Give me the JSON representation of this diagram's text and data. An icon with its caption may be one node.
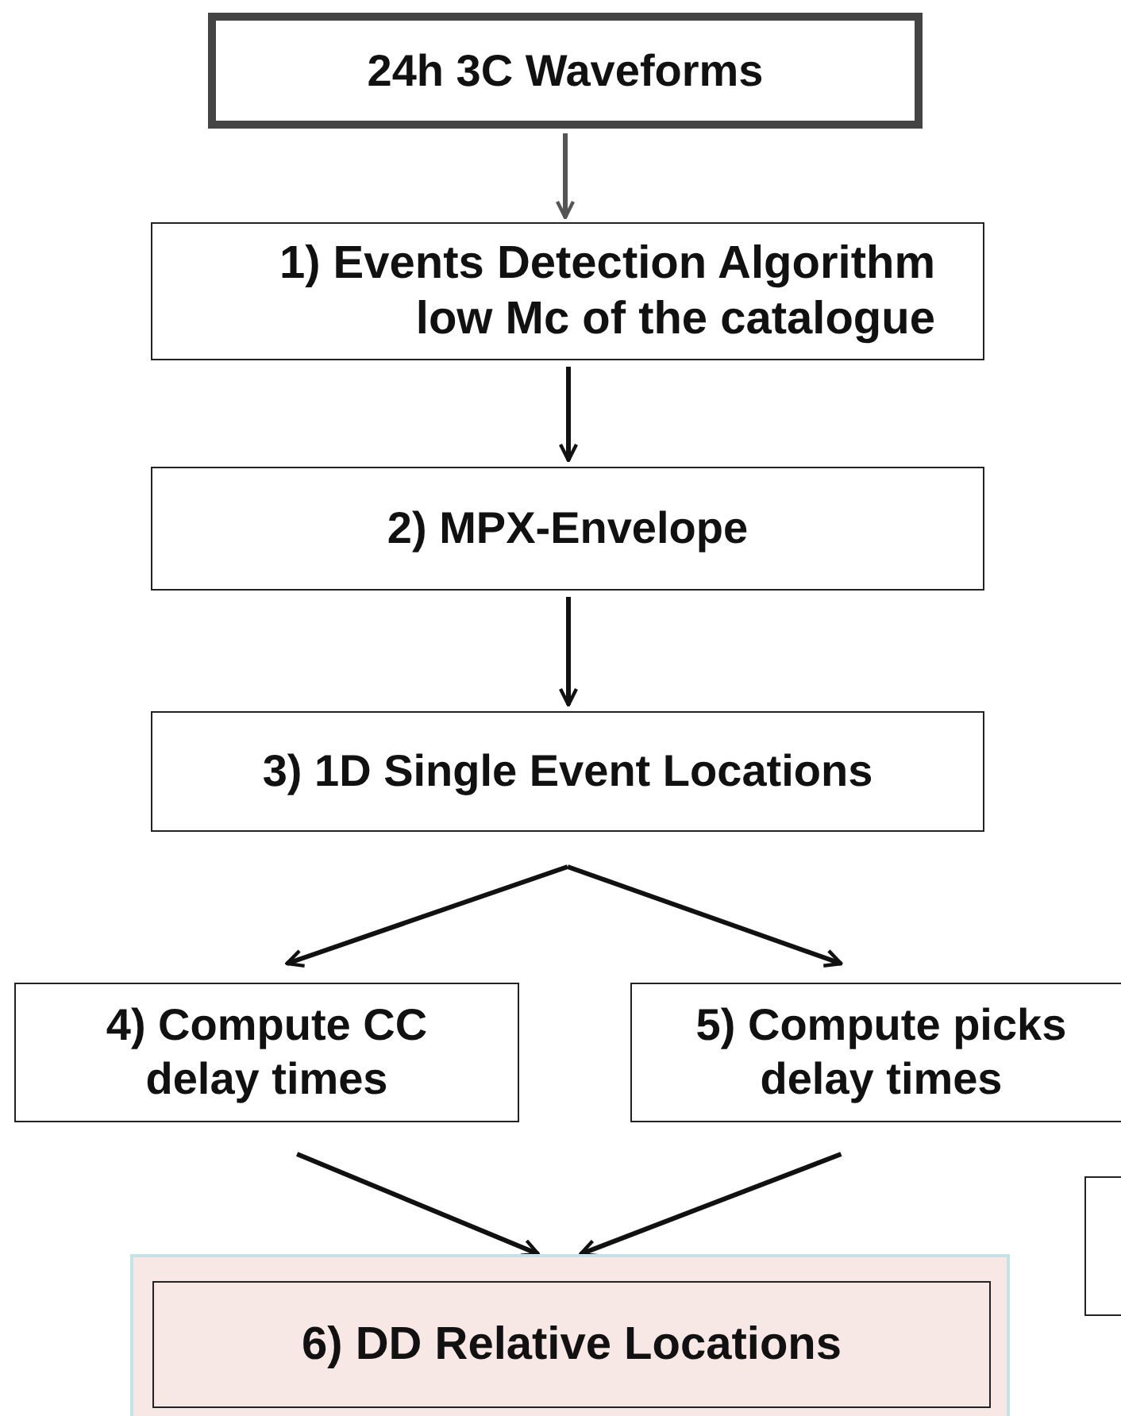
{
  "diagram": {
    "nodes": [
      {
        "text": [
          "24h 3C Waveforms"
        ]
      },
      {
        "text": [
          "1) Events Detection Algorithm low Mc of the catalogue"
        ]
      },
      {
        "text": [
          "2) MPX-Envelope"
        ]
      },
      {
        "text": [
          "3) 1D Single Event Locations"
        ]
      },
      {
        "text": [
          "4) Compute CC delay times"
        ]
      },
      {
        "text": [
          "5) Compute picks delay times"
        ]
      },
      {
        "text": [],
        "shape": "box"
      },
      {
        "text": [
          "6) DD Relative Locations"
        ],
        "in": 6
      },
      {
        "text": [],
        "shape": "box"
      }
    ],
    "edges": [
      {
        "from": 0,
        "to": 1,
        "arrow": "to",
        "color": "#555555"
      },
      {
        "from": 1,
        "to": 2,
        "arrow": "to"
      },
      {
        "from": 2,
        "to": 3,
        "arrow": "to"
      },
      {
        "from": 3,
        "to": 4,
        "arrow": "to"
      },
      {
        "from": 3,
        "to": 5,
        "arrow": "to"
      },
      {
        "from": 4,
        "to": 6,
        "arrow": "to"
      },
      {
        "from": 5,
        "to": 6,
        "arrow": "to"
      }
    ]
  }
}
